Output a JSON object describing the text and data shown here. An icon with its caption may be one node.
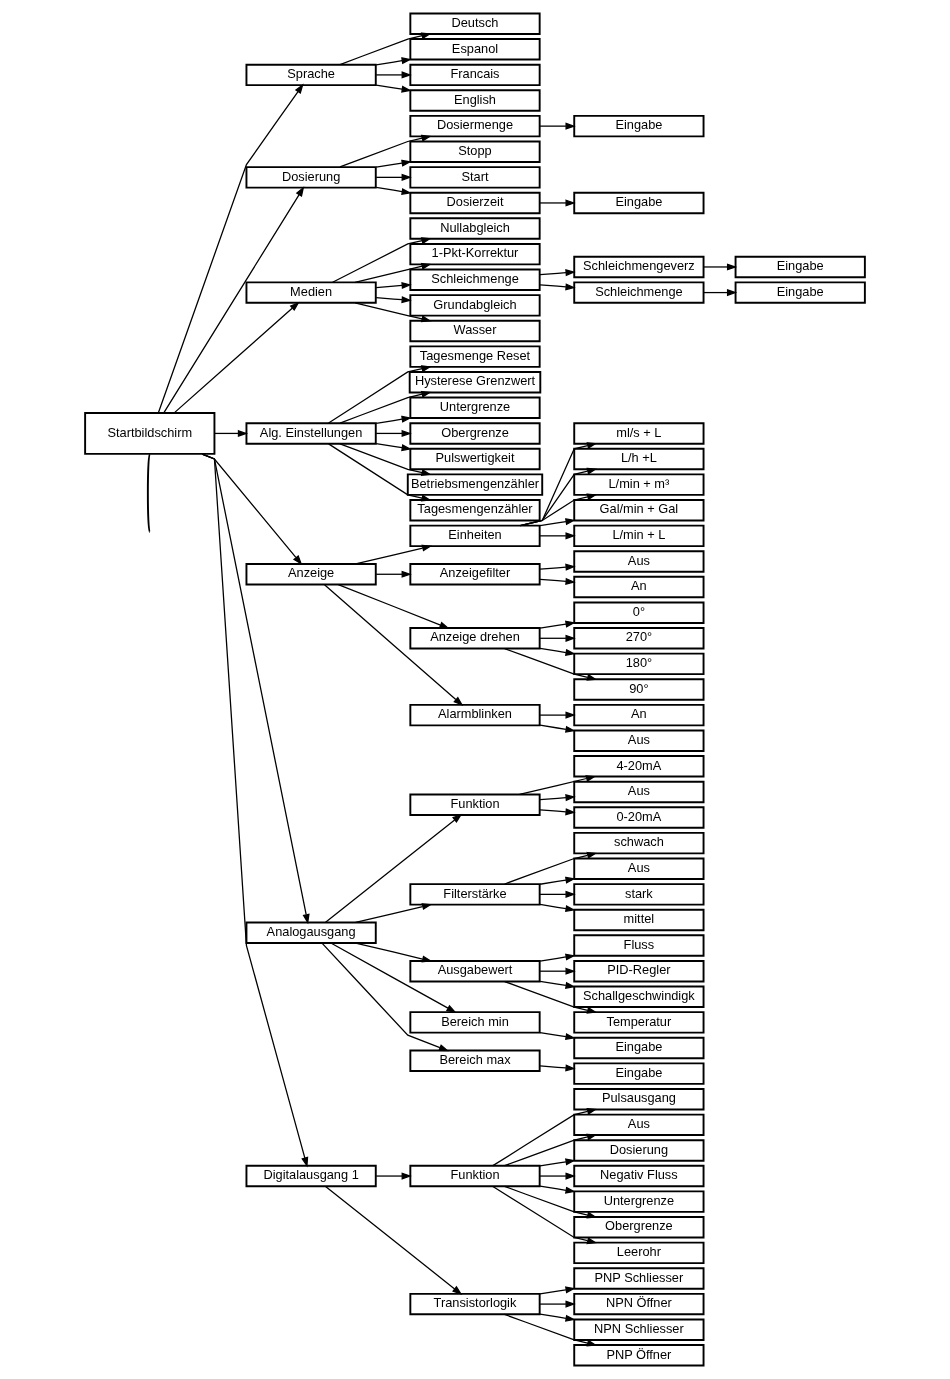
{
  "diagram": {
    "nodes": [
      {
        "text": [
          "Startbildschirm"
        ]
      },
      {
        "text": [
          "Sprache"
        ]
      },
      {
        "text": [
          "Deutsch"
        ]
      },
      {
        "text": [
          "Espanol"
        ]
      },
      {
        "text": [
          "Francais"
        ]
      },
      {
        "text": [
          "English"
        ]
      },
      {
        "text": [
          "Dosierung"
        ]
      },
      {
        "text": [
          "Dosiermenge"
        ]
      },
      {
        "text": [
          "Eingabe"
        ]
      },
      {
        "text": [
          "Stopp"
        ]
      },
      {
        "text": [
          "Start"
        ]
      },
      {
        "text": [
          "Dosierzeit"
        ]
      },
      {
        "text": [
          "Eingabe"
        ]
      },
      {
        "text": [
          "Medien"
        ]
      },
      {
        "text": [
          "Nullabgleich"
        ]
      },
      {
        "text": [
          "1-Pkt-Korrektur"
        ]
      },
      {
        "text": [
          "Schleichmenge"
        ]
      },
      {
        "text": [
          "Schleichmengeverz"
        ]
      },
      {
        "text": [
          "Eingabe"
        ]
      },
      {
        "text": [
          "Schleichmenge"
        ]
      },
      {
        "text": [
          "Eingabe"
        ]
      },
      {
        "text": [
          "Grundabgleich"
        ]
      },
      {
        "text": [
          "Wasser"
        ]
      },
      {
        "text": [
          "Alg. Einstellungen"
        ]
      },
      {
        "text": [
          "Tagesmenge Reset"
        ]
      },
      {
        "text": [
          "Hysterese Grenzwert"
        ]
      },
      {
        "text": [
          "Untergrenze"
        ]
      },
      {
        "text": [
          "Obergrenze"
        ]
      },
      {
        "text": [
          "Pulswertigkeit"
        ]
      },
      {
        "text": [
          "Betriebsmengenzähler"
        ]
      },
      {
        "text": [
          "Tagesmengenzähler"
        ]
      },
      {
        "text": [
          "Anzeige"
        ]
      },
      {
        "text": [
          "Einheiten"
        ]
      },
      {
        "text": [
          "ml/s + L"
        ]
      },
      {
        "text": [
          "L/h +L"
        ]
      },
      {
        "text": [
          "L/min + m³"
        ]
      },
      {
        "text": [
          "Gal/min + Gal"
        ]
      },
      {
        "text": [
          "L/min + L"
        ]
      },
      {
        "text": [
          "Anzeigefilter"
        ]
      },
      {
        "text": [
          "Aus"
        ]
      },
      {
        "text": [
          "An"
        ]
      },
      {
        "text": [
          "Anzeige drehen"
        ]
      },
      {
        "text": [
          "0°"
        ]
      },
      {
        "text": [
          "270°"
        ]
      },
      {
        "text": [
          "180°"
        ]
      },
      {
        "text": [
          "90°"
        ]
      },
      {
        "text": [
          "Alarmblinken"
        ]
      },
      {
        "text": [
          "An"
        ]
      },
      {
        "text": [
          "Aus"
        ]
      },
      {
        "text": [
          "Analogausgang"
        ]
      },
      {
        "text": [
          "Funktion"
        ]
      },
      {
        "text": [
          "4-20mA"
        ]
      },
      {
        "text": [
          "Aus"
        ]
      },
      {
        "text": [
          "0-20mA"
        ]
      },
      {
        "text": [
          "Filterstärke"
        ]
      },
      {
        "text": [
          "schwach"
        ]
      },
      {
        "text": [
          "Aus"
        ]
      },
      {
        "text": [
          "stark"
        ]
      },
      {
        "text": [
          "mittel"
        ]
      },
      {
        "text": [
          "Ausgabewert"
        ]
      },
      {
        "text": [
          "Fluss"
        ]
      },
      {
        "text": [
          "PID-Regler"
        ]
      },
      {
        "text": [
          "Schallgeschwindigk"
        ]
      },
      {
        "text": [
          "Temperatur"
        ]
      },
      {
        "text": [
          "Bereich min"
        ]
      },
      {
        "text": [
          "Eingabe"
        ]
      },
      {
        "text": [
          "Bereich max"
        ]
      },
      {
        "text": [
          "Eingabe"
        ]
      },
      {
        "text": [
          "Digitalausgang 1"
        ]
      },
      {
        "text": [
          "Funktion"
        ]
      },
      {
        "text": [
          "Pulsausgang"
        ]
      },
      {
        "text": [
          "Aus"
        ]
      },
      {
        "text": [
          "Dosierung"
        ]
      },
      {
        "text": [
          "Negativ Fluss"
        ]
      },
      {
        "text": [
          "Untergrenze"
        ]
      },
      {
        "text": [
          "Obergrenze"
        ]
      },
      {
        "text": [
          "Leerohr"
        ]
      },
      {
        "text": [
          "Transistorlogik"
        ]
      },
      {
        "text": [
          "PNP Schliesser"
        ]
      },
      {
        "text": [
          "NPN Öffner"
        ]
      },
      {
        "text": [
          "NPN Schliesser"
        ]
      },
      {
        "text": [
          "PNP Öffner"
        ]
      }
    ],
    "edges": [
      {
        "from": 0,
        "to": 1,
        "arrow": "to"
      },
      {
        "from": 1,
        "to": 2,
        "arrow": "to"
      },
      {
        "from": 1,
        "to": 3,
        "arrow": "to"
      },
      {
        "from": 1,
        "to": 4,
        "arrow": "to"
      },
      {
        "from": 1,
        "to": 5,
        "arrow": "to"
      },
      {
        "from": 0,
        "to": 6,
        "arrow": "to"
      },
      {
        "from": 6,
        "to": 7,
        "arrow": "to"
      },
      {
        "from": 7,
        "to": 8,
        "arrow": "to"
      },
      {
        "from": 6,
        "to": 9,
        "arrow": "to"
      },
      {
        "from": 6,
        "to": 10,
        "arrow": "to"
      },
      {
        "from": 6,
        "to": 11,
        "arrow": "to"
      },
      {
        "from": 11,
        "to": 12,
        "arrow": "to"
      },
      {
        "from": 0,
        "to": 13,
        "arrow": "to"
      },
      {
        "from": 13,
        "to": 14,
        "arrow": "to"
      },
      {
        "from": 13,
        "to": 15,
        "arrow": "to"
      },
      {
        "from": 13,
        "to": 16,
        "arrow": "to"
      },
      {
        "from": 16,
        "to": 17,
        "arrow": "to"
      },
      {
        "from": 17,
        "to": 18,
        "arrow": "to"
      },
      {
        "from": 16,
        "to": 19,
        "arrow": "to"
      },
      {
        "from": 19,
        "to": 20,
        "arrow": "to"
      },
      {
        "from": 13,
        "to": 21,
        "arrow": "to"
      },
      {
        "from": 13,
        "to": 22,
        "arrow": "to"
      },
      {
        "from": 0,
        "to": 23,
        "arrow": "to"
      },
      {
        "from": 23,
        "to": 24,
        "arrow": "to"
      },
      {
        "from": 23,
        "to": 25,
        "arrow": "to"
      },
      {
        "from": 23,
        "to": 26,
        "arrow": "to"
      },
      {
        "from": 23,
        "to": 27,
        "arrow": "to"
      },
      {
        "from": 23,
        "to": 28,
        "arrow": "to"
      },
      {
        "from": 23,
        "to": 29,
        "arrow": "to"
      },
      {
        "from": 23,
        "to": 30,
        "arrow": "to"
      },
      {
        "from": 0,
        "to": 31,
        "arrow": "to"
      },
      {
        "from": 31,
        "to": 32,
        "arrow": "to"
      },
      {
        "from": 32,
        "to": 33,
        "arrow": "to"
      },
      {
        "from": 32,
        "to": 34,
        "arrow": "to"
      },
      {
        "from": 32,
        "to": 35,
        "arrow": "to"
      },
      {
        "from": 32,
        "to": 36,
        "arrow": "to"
      },
      {
        "from": 32,
        "to": 37,
        "arrow": "to"
      },
      {
        "from": 31,
        "to": 38,
        "arrow": "to"
      },
      {
        "from": 38,
        "to": 39,
        "arrow": "to"
      },
      {
        "from": 38,
        "to": 40,
        "arrow": "to"
      },
      {
        "from": 31,
        "to": 41,
        "arrow": "to"
      },
      {
        "from": 41,
        "to": 42,
        "arrow": "to"
      },
      {
        "from": 41,
        "to": 43,
        "arrow": "to"
      },
      {
        "from": 41,
        "to": 44,
        "arrow": "to"
      },
      {
        "from": 41,
        "to": 45,
        "arrow": "to"
      },
      {
        "from": 31,
        "to": 46,
        "arrow": "to"
      },
      {
        "from": 46,
        "to": 47,
        "arrow": "to"
      },
      {
        "from": 46,
        "to": 48,
        "arrow": "to"
      },
      {
        "from": 0,
        "to": 49,
        "arrow": "to"
      },
      {
        "from": 49,
        "to": 50,
        "arrow": "to"
      },
      {
        "from": 50,
        "to": 51,
        "arrow": "to"
      },
      {
        "from": 50,
        "to": 52,
        "arrow": "to"
      },
      {
        "from": 50,
        "to": 53,
        "arrow": "to"
      },
      {
        "from": 49,
        "to": 54,
        "arrow": "to"
      },
      {
        "from": 54,
        "to": 55,
        "arrow": "to"
      },
      {
        "from": 54,
        "to": 56,
        "arrow": "to"
      },
      {
        "from": 54,
        "to": 57,
        "arrow": "to"
      },
      {
        "from": 54,
        "to": 58,
        "arrow": "to"
      },
      {
        "from": 49,
        "to": 59,
        "arrow": "to"
      },
      {
        "from": 59,
        "to": 60,
        "arrow": "to"
      },
      {
        "from": 59,
        "to": 61,
        "arrow": "to"
      },
      {
        "from": 59,
        "to": 62,
        "arrow": "to"
      },
      {
        "from": 59,
        "to": 63,
        "arrow": "to"
      },
      {
        "from": 49,
        "to": 64,
        "arrow": "to"
      },
      {
        "from": 64,
        "to": 65,
        "arrow": "to"
      },
      {
        "from": 49,
        "to": 66,
        "arrow": "to"
      },
      {
        "from": 66,
        "to": 67,
        "arrow": "to"
      },
      {
        "from": 0,
        "to": 68,
        "arrow": "to"
      },
      {
        "from": 68,
        "to": 69,
        "arrow": "to"
      },
      {
        "from": 69,
        "to": 70,
        "arrow": "to"
      },
      {
        "from": 69,
        "to": 71,
        "arrow": "to"
      },
      {
        "from": 69,
        "to": 72,
        "arrow": "to"
      },
      {
        "from": 69,
        "to": 73,
        "arrow": "to"
      },
      {
        "from": 69,
        "to": 74,
        "arrow": "to"
      },
      {
        "from": 69,
        "to": 75,
        "arrow": "to"
      },
      {
        "from": 69,
        "to": 76,
        "arrow": "to"
      },
      {
        "from": 68,
        "to": 77,
        "arrow": "to"
      },
      {
        "from": 77,
        "to": 78,
        "arrow": "to"
      },
      {
        "from": 77,
        "to": 79,
        "arrow": "to"
      },
      {
        "from": 77,
        "to": 80,
        "arrow": "to"
      },
      {
        "from": 77,
        "to": 81,
        "arrow": "to"
      },
      {
        "from": 0,
        "to": null,
        "arrow": "none"
      }
    ]
  }
}
